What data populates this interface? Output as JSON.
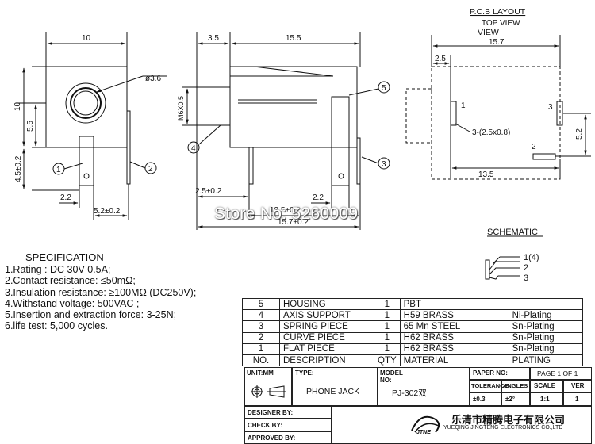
{
  "title_block_top": {
    "pcb_layout": "P.C.B LAYOUT",
    "top_view": "TOP VIEW",
    "view_label": "VIEW"
  },
  "front_view": {
    "width": "10",
    "height": "10",
    "mid": "5.5",
    "pin_height": "4.5±0.2",
    "hole": "ø3.6",
    "pin_gap": "2.2",
    "pin_span": "5.2±0.2",
    "label_1": "1",
    "label_2": "2"
  },
  "side_view": {
    "top_left": "3.5",
    "top_main": "15.5",
    "thread": "M6X0.5",
    "bottom_left": "2.5±0.2",
    "pin_gap": "2.2",
    "bottom_mid": "13.5±0.2",
    "bottom_total": "15.7±0.2",
    "label_3": "3",
    "label_4": "4",
    "label_5": "5"
  },
  "pcb_view": {
    "width": "15.7",
    "offset": "2.5",
    "slot": "3-(2.5x0.8)",
    "height": "5.2",
    "span": "13.5",
    "pin_1": "1",
    "pin_2": "2",
    "pin_3": "3"
  },
  "watermark": "Store No: 5260009",
  "schematic": {
    "title": "SCHEMATIC",
    "pin_1": "1(4)",
    "pin_2": "2",
    "pin_3": "3"
  },
  "specification": {
    "heading": "SPECIFICATION",
    "lines": [
      "1.Rating : DC 30V 0.5A;",
      "2.Contact resistance: ≤50mΩ;",
      "3.Insulation resistance: ≥100MΩ (DC250V);",
      "4.Withstand voltage: 500VAC ;",
      "5.Insertion and extraction force: 3-25N;",
      "6.life test: 5,000 cycles."
    ]
  },
  "bom": {
    "rows": [
      {
        "no": "5",
        "desc": "HOUSING",
        "qty": "1",
        "material": "PBT",
        "plating": ""
      },
      {
        "no": "4",
        "desc": "AXIS SUPPORT",
        "qty": "1",
        "material": "H59 BRASS",
        "plating": "Ni-Plating"
      },
      {
        "no": "3",
        "desc": "SPRING PIECE",
        "qty": "1",
        "material": "65 Mn STEEL",
        "plating": "Sn-Plating"
      },
      {
        "no": "2",
        "desc": "CURVE PIECE",
        "qty": "1",
        "material": "H62 BRASS",
        "plating": "Sn-Plating"
      },
      {
        "no": "1",
        "desc": "FLAT PIECE",
        "qty": "1",
        "material": "H62 BRASS",
        "plating": "Sn-Plating"
      }
    ],
    "header": {
      "no": "NO.",
      "desc": "DESCRIPTION",
      "qty": "QTY",
      "material": "MATERIAL",
      "plating": "PLATING"
    }
  },
  "title_block": {
    "unit_label": "UNIT:MM",
    "type_label": "TYPE:",
    "type_value": "PHONE JACK",
    "model_label": "MODEL NO:",
    "model_value": "PJ-302双",
    "paper_label": "PAPER NO:",
    "page": "PAGE 1 OF 1",
    "tolerance": "TOLERANCE",
    "angles": "ANGLES",
    "scale": "SCALE",
    "ver": "VER",
    "tol_value": "±0.3",
    "angle_value": "±2°",
    "scale_value": "1:1",
    "ver_value": "1",
    "designer": "DESIGNER BY:",
    "check": "CHECK BY:",
    "approved": "APPROVED BY:",
    "company_cn": "乐清市精腾电子有限公司",
    "company_en": "YUEQING JINGTENG ELECTRONICS CO.,LTD"
  }
}
